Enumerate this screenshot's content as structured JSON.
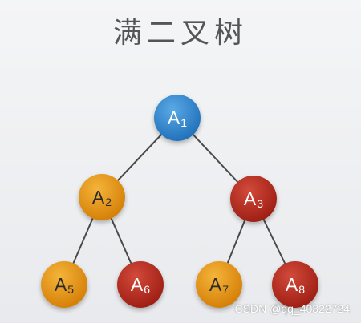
{
  "title": "满二叉树",
  "colors": {
    "blue": "#2a84cf",
    "orange": "#e6920c",
    "red": "#b8271b"
  },
  "nodes": [
    {
      "id": "A1",
      "letter": "A",
      "sub": "1",
      "color": "blue",
      "text_color": "#ffffff"
    },
    {
      "id": "A2",
      "letter": "A",
      "sub": "2",
      "color": "orange",
      "text_color": "#2a2a2a"
    },
    {
      "id": "A3",
      "letter": "A",
      "sub": "3",
      "color": "red",
      "text_color": "#ffffff"
    },
    {
      "id": "A5",
      "letter": "A",
      "sub": "5",
      "color": "orange",
      "text_color": "#2a2a2a"
    },
    {
      "id": "A6",
      "letter": "A",
      "sub": "6",
      "color": "red",
      "text_color": "#ffffff"
    },
    {
      "id": "A7",
      "letter": "A",
      "sub": "7",
      "color": "orange",
      "text_color": "#2a2a2a"
    },
    {
      "id": "A8",
      "letter": "A",
      "sub": "8",
      "color": "red",
      "text_color": "#ffffff"
    }
  ],
  "edges": [
    [
      "A1",
      "A2"
    ],
    [
      "A1",
      "A3"
    ],
    [
      "A2",
      "A5"
    ],
    [
      "A2",
      "A6"
    ],
    [
      "A3",
      "A7"
    ],
    [
      "A3",
      "A8"
    ]
  ],
  "watermark": "CSDN @qq_40322724"
}
